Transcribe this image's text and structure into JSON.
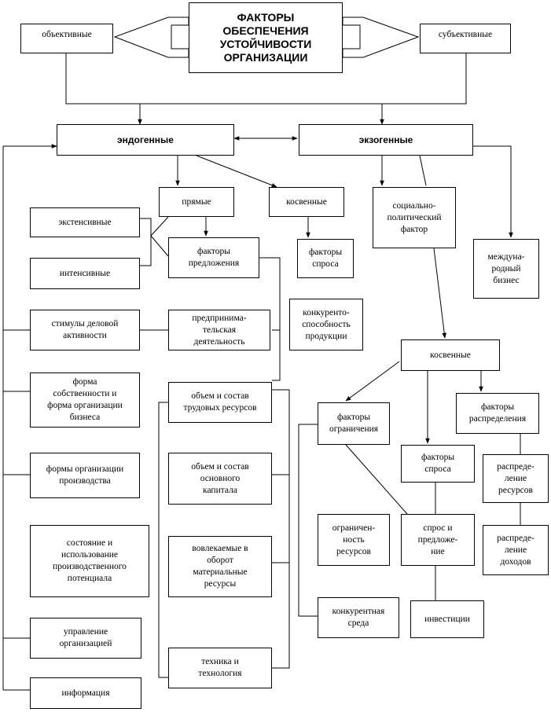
{
  "nodes": {
    "title": "ФАКТОРЫ\nОБЕСПЕЧЕНИЯ\nУСТОЙЧИВОСТИ\nОРГАНИЗАЦИИ",
    "objective": "объективные",
    "subjective": "субъективные",
    "endogenous": "эндогенные",
    "exogenous": "экзогенные",
    "direct": "прямые",
    "indirect_endo": "косвенные",
    "socio_political": "социально-\nполитический\nфактор",
    "extensive": "экстенсивные",
    "intensive": "интенсивные",
    "supply_factors": "факторы\nпредложения",
    "demand_factors_1": "факторы\nспроса",
    "international_business": "междуна-\nродный\nбизнес",
    "business_activity": "стимулы деловой\nактивности",
    "entrepreneurship": "предпринима-\nтельская\nдеятельность",
    "competitiveness": "конкуренто-\nспособность\nпродукции",
    "indirect_exo": "косвенные",
    "ownership_form": "форма\nсобственности и\nформа организации\nбизнеса",
    "labor_resources": "объем и состав\nтрудовых ресурсов",
    "limiting_factors": "факторы\nограничения",
    "distribution_factors": "факторы\nраспределения",
    "production_forms": "формы организации\nпроизводства",
    "fixed_capital": "объем и состав\nосновного\nкапитала",
    "demand_factors_2": "факторы\nспроса",
    "resource_distribution": "распреде-\nление\nресурсов",
    "production_potential": "состояние и\nиспользование\nпроизводственного\nпотенциала",
    "material_resources": "вовлекаемые в\nоборот\nматериальные\nресурсы",
    "resource_limits": "ограничен-\nность\nресурсов",
    "supply_demand": "спрос и\nпредложе-\nние",
    "income_distribution": "распреде-\nление\nдоходов",
    "management": "управление\nорганизацией",
    "competitive_env": "конкурентная\nсреда",
    "investments": "инвестиции",
    "tech": "техника и\nтехнология",
    "information": "информация"
  }
}
